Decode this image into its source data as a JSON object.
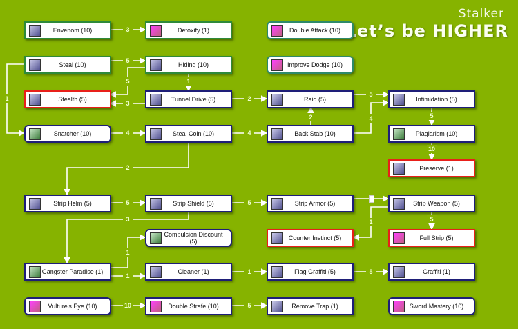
{
  "header": {
    "class_name": "Stalker",
    "slogan": "Let’s be HIGHER"
  },
  "skills": [
    "Envenom (10)",
    "Detoxify (1)",
    "Double Attack (10)",
    "Steal (10)",
    "Hiding (10)",
    "Improve Dodge (10)",
    "Stealth (5)",
    "Tunnel Drive (5)",
    "Raid (5)",
    "Intimidation (5)",
    "Snatcher (10)",
    "Steal Coin (10)",
    "Back Stab (10)",
    "Plagiarism (10)",
    "Preserve (1)",
    "Strip Helm (5)",
    "Strip Shield (5)",
    "Strip Armor (5)",
    "Strip Weapon (5)",
    "Compulsion Discount (5)",
    "Counter Instinct (5)",
    "Full Strip (5)",
    "Gangster Paradise (1)",
    "Cleaner (1)",
    "Flag Graffiti (5)",
    "Graffiti (1)",
    "Vulture's Eye (10)",
    "Double Strafe (10)",
    "Remove Trap (1)",
    "Sword Mastery (10)"
  ],
  "edges": [
    {
      "from": "Envenom",
      "to": "Detoxify",
      "level": "3"
    },
    {
      "from": "Steal",
      "to": "Hiding",
      "level": "5"
    },
    {
      "from": "Hiding",
      "to": "Stealth",
      "level": "5"
    },
    {
      "from": "Hiding",
      "to": "Tunnel Drive",
      "level": "1"
    },
    {
      "from": "Tunnel Drive",
      "to": "Stealth",
      "level": "3"
    },
    {
      "from": "Steal",
      "to": "Snatcher",
      "level": "1"
    },
    {
      "from": "Snatcher",
      "to": "Steal Coin",
      "level": "4"
    },
    {
      "from": "Tunnel Drive",
      "to": "Raid",
      "level": "2"
    },
    {
      "from": "Steal Coin",
      "to": "Back Stab",
      "level": "4"
    },
    {
      "from": "Back Stab",
      "to": "Raid",
      "level": "2"
    },
    {
      "from": "Raid",
      "to": "Intimidation",
      "level": "5"
    },
    {
      "from": "Back Stab",
      "to": "Intimidation",
      "level": "4"
    },
    {
      "from": "Intimidation",
      "to": "Plagiarism",
      "level": "5"
    },
    {
      "from": "Plagiarism",
      "to": "Preserve",
      "level": "10"
    },
    {
      "from": "Steal Coin",
      "to": "Strip Helm",
      "level": "2"
    },
    {
      "from": "Strip Helm",
      "to": "Strip Shield",
      "level": "5"
    },
    {
      "from": "Strip Shield",
      "to": "Strip Armor",
      "level": "5"
    },
    {
      "from": "Strip Armor",
      "to": "Strip Weapon",
      "level": ""
    },
    {
      "from": "Strip Weapon",
      "to": "Counter Instinct",
      "level": "1"
    },
    {
      "from": "Strip Weapon",
      "to": "Full Strip",
      "level": "5"
    },
    {
      "from": "Strip Shield",
      "to": "Gangster Paradise",
      "level": "3"
    },
    {
      "from": "Gangster Paradise",
      "to": "Compulsion Discount",
      "level": "1"
    },
    {
      "from": "Gangster Paradise",
      "to": "Cleaner",
      "level": "1"
    },
    {
      "from": "Cleaner",
      "to": "Flag Graffiti",
      "level": "1"
    },
    {
      "from": "Flag Graffiti",
      "to": "Graffiti",
      "level": "5"
    },
    {
      "from": "Vulture's Eye",
      "to": "Double Strafe",
      "level": "10"
    },
    {
      "from": "Double Strafe",
      "to": "Remove Trap",
      "level": "5"
    }
  ]
}
